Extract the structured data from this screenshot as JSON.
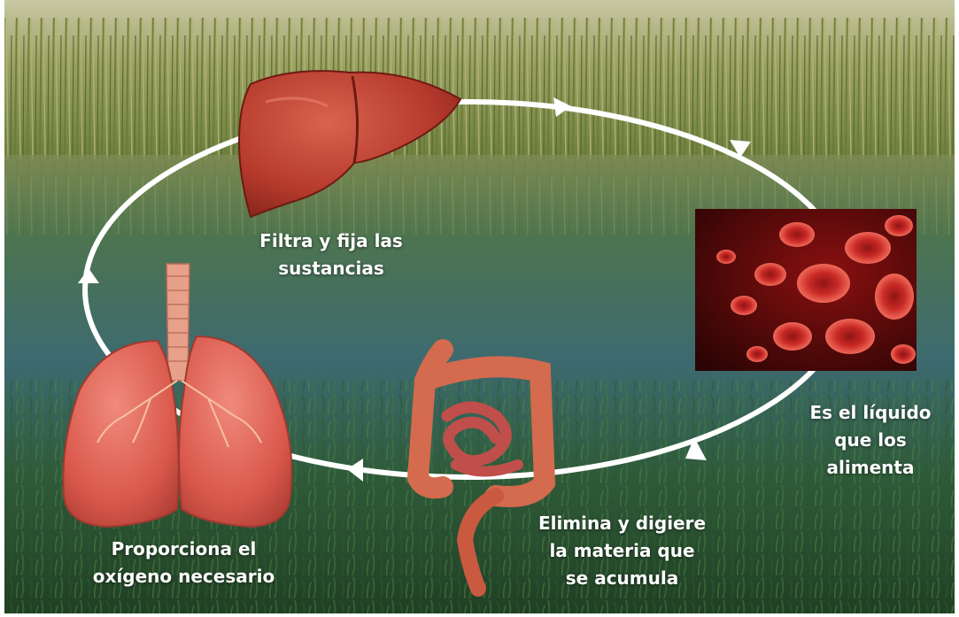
{
  "diagram": {
    "labels": {
      "liver": [
        "Filtra y fija las",
        "sustancias"
      ],
      "blood": [
        "Es el líquido",
        "que los",
        "alimenta"
      ],
      "intestine": [
        "Elimina y digiere",
        "la materia que",
        "se acumula"
      ],
      "lungs": [
        "Proporciona el",
        "oxígeno necesario"
      ]
    },
    "icons": [
      "liver-icon",
      "blood-cells-icon",
      "intestine-icon",
      "lungs-icon"
    ],
    "colors": {
      "reeds": "#8a9a4a",
      "water": "#3e6f55",
      "cycle_line": "#ffffff",
      "organ_red": "#c8463a",
      "blood_bg": "#3a0808"
    }
  }
}
